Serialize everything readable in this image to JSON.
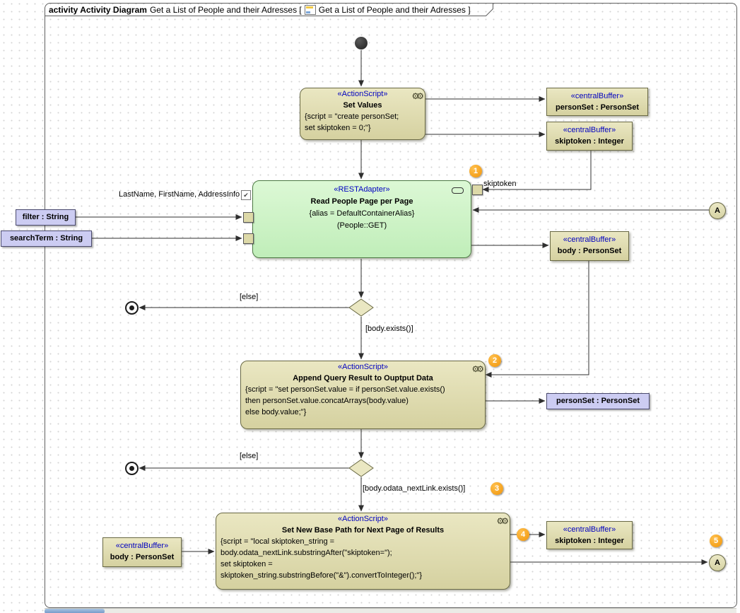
{
  "frame": {
    "title_prefix": "activity Activity Diagram",
    "title_main": "Get a List of People and their Adresses [",
    "title_ref": "Get a List of People and their Adresses ]"
  },
  "colors": {
    "action_fill": "#d9d5a4",
    "adapter_fill": "#c9f2c3",
    "object_fill": "#ccccf2",
    "stereotype_text": "#0000c0",
    "badge_orange": "#f5a118"
  },
  "nodes": {
    "set_values": {
      "stereotype": "«ActionScript»",
      "name": "Set Values",
      "script": "{script = \"create personSet;\nset skiptoken = 0;\"}"
    },
    "personset_top": {
      "stereotype": "«centralBuffer»",
      "name": "personSet : PersonSet"
    },
    "skiptoken_top": {
      "stereotype": "«centralBuffer»",
      "name": "skiptoken : Integer"
    },
    "read_people": {
      "stereotype": "«RESTAdapter»",
      "name": "Read People Page per Page",
      "alias": "{alias = DefaultContainerAlias}",
      "operation": "(People::GET)"
    },
    "filter_param": {
      "name": "filter : String"
    },
    "searchterm_param": {
      "name": "searchTerm : String"
    },
    "body_right": {
      "stereotype": "«centralBuffer»",
      "name": "body : PersonSet"
    },
    "append": {
      "stereotype": "«ActionScript»",
      "name": "Append Query Result to Ouptput Data",
      "script": "{script = \"set personSet.value = if personSet.value.exists()\nthen personSet.value.concatArrays(body.value)\nelse body.value;\"}"
    },
    "personset_object": {
      "name": "personSet : PersonSet"
    },
    "set_new_base": {
      "stereotype": "«ActionScript»",
      "name": "Set New Base Path for Next Page of Results",
      "script": "{script = \"local skiptoken_string =\nbody.odata_nextLink.substringAfter(\"skiptoken=\");\nset skiptoken =\nskiptoken_string.substringBefore(\"&\").convertToInteger();\"}"
    },
    "body_bottom": {
      "stereotype": "«centralBuffer»",
      "name": "body : PersonSet"
    },
    "skiptoken_bottom": {
      "stereotype": "«centralBuffer»",
      "name": "skiptoken : Integer"
    }
  },
  "labels": {
    "inputs": "LastName, FirstName, AddressInfo",
    "skiptoken": "skiptoken",
    "else1": "[else]",
    "body_exists": "[body.exists()]",
    "else2": "[else]",
    "odata_next": "[body.odata_nextLink.exists()]"
  },
  "steps": [
    "1",
    "2",
    "3",
    "4",
    "5"
  ],
  "connectors": {
    "a_top": "A",
    "a_bottom": "A"
  }
}
